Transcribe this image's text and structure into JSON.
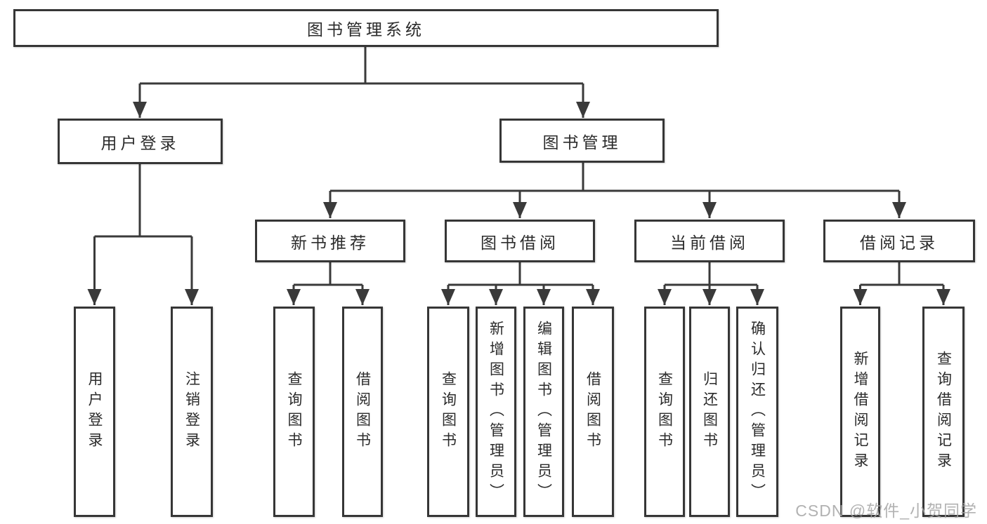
{
  "watermark": "CSDN @软件_小贺同学",
  "colors": {
    "line": "#3a3a3a",
    "box_border": "#363636",
    "text": "#2b2b2b",
    "watermark": "#a5a5a5",
    "background": "#ffffff"
  },
  "tree": {
    "root": {
      "label": "图书管理系统"
    },
    "branches": [
      {
        "label": "用户登录",
        "leaves": [
          {
            "label": "用户登录"
          },
          {
            "label": "注销登录"
          }
        ]
      },
      {
        "label": "图书管理",
        "groups": [
          {
            "label": "新书推荐",
            "leaves": [
              {
                "label": "查询图书"
              },
              {
                "label": "借阅图书"
              }
            ]
          },
          {
            "label": "图书借阅",
            "leaves": [
              {
                "label": "查询图书"
              },
              {
                "label": "新增图书（管理员）"
              },
              {
                "label": "编辑图书（管理员）"
              },
              {
                "label": "借阅图书"
              }
            ]
          },
          {
            "label": "当前借阅",
            "leaves": [
              {
                "label": "查询图书"
              },
              {
                "label": "归还图书"
              },
              {
                "label": "确认归还（管理员）"
              }
            ]
          },
          {
            "label": "借阅记录",
            "leaves": [
              {
                "label": "新增借阅记录"
              },
              {
                "label": "查询借阅记录"
              }
            ]
          }
        ]
      }
    ]
  }
}
